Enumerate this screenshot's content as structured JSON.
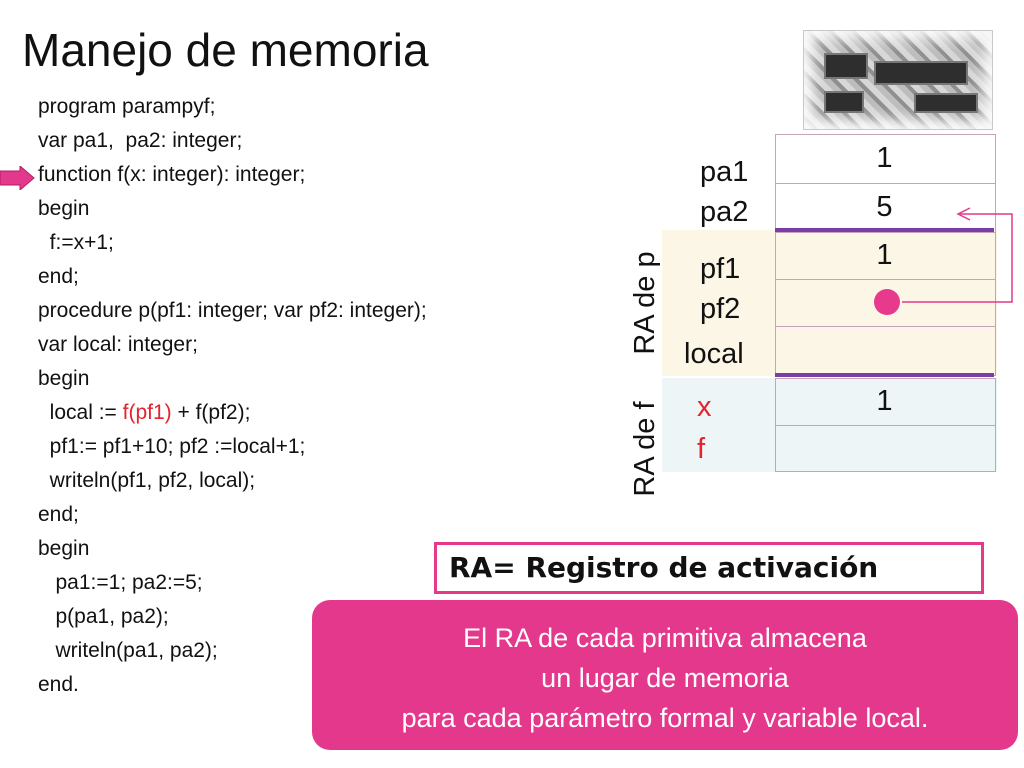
{
  "title": "Manejo de memoria",
  "code": {
    "lines": [
      "program parampyf;",
      "var pa1,  pa2: integer;",
      "function f(x: integer): integer;",
      "begin",
      "  f:=x+1;",
      "end;",
      "procedure p(pf1: integer; var pf2: integer);",
      "var local: integer;",
      "begin",
      "  local := ",
      "  pf1:= pf1+10; pf2 :=local+1;",
      "  writeln(pf1, pf2, local);",
      "end;",
      "begin",
      "   pa1:=1; pa2:=5;",
      "   p(pa1, pa2);",
      "   writeln(pa1, pa2);",
      "end."
    ],
    "highlight_call": "f(pf1)",
    "highlight_rest": " + f(pf2);",
    "current_line_index": 2
  },
  "memory": {
    "globals": [
      {
        "name": "pa1",
        "value": "1"
      },
      {
        "name": "pa2",
        "value": "5"
      }
    ],
    "ra_p_label": "RA de p",
    "ra_p": [
      {
        "name": "pf1",
        "value": "1"
      },
      {
        "name": "pf2",
        "value": ""
      },
      {
        "name": "local",
        "value": ""
      }
    ],
    "ra_f_label": "RA de f",
    "ra_f": [
      {
        "name": "x",
        "value": "1"
      },
      {
        "name": "f",
        "value": ""
      }
    ]
  },
  "ra_definition": "RA= Registro de activación",
  "note": {
    "lines": [
      "El RA de cada primitiva almacena",
      "un lugar de memoria",
      "para cada parámetro formal y variable local."
    ]
  },
  "colors": {
    "accent_pink": "#e4388c",
    "highlight_red": "#e2242d",
    "frame_purple": "#7a3fa6"
  }
}
